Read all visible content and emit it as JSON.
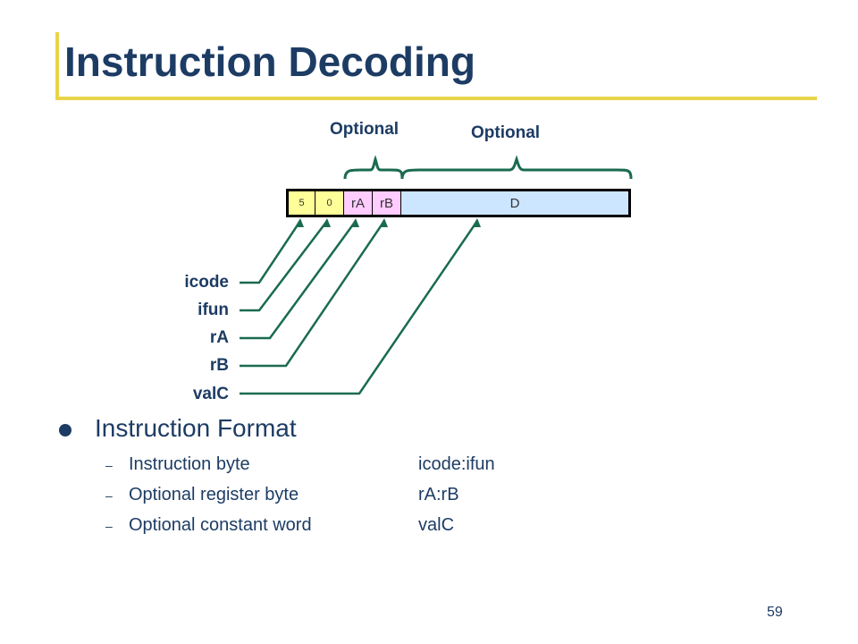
{
  "slide": {
    "title": "Instruction Decoding",
    "page_number": "59"
  },
  "diagram": {
    "optional_labels": [
      "Optional",
      "Optional"
    ],
    "fields": {
      "icode": "5",
      "ifun": "0",
      "ra": "rA",
      "rb": "rB",
      "d": "D"
    },
    "signals": [
      "icode",
      "ifun",
      "rA",
      "rB",
      "valC"
    ],
    "colors": {
      "instruction_byte": "#ffff99",
      "register_byte": "#ffccff",
      "constant_word": "#cce6ff",
      "wire": "#1a6b50",
      "title": "#1d3c64",
      "rule": "#e8d44a"
    }
  },
  "format": {
    "heading": "Instruction Format",
    "items": [
      {
        "dash": "–",
        "label": "Instruction byte",
        "value": "icode:ifun"
      },
      {
        "dash": "–",
        "label": "Optional register byte",
        "value": "rA:rB"
      },
      {
        "dash": "–",
        "label": "Optional constant word",
        "value": "valC"
      }
    ]
  }
}
